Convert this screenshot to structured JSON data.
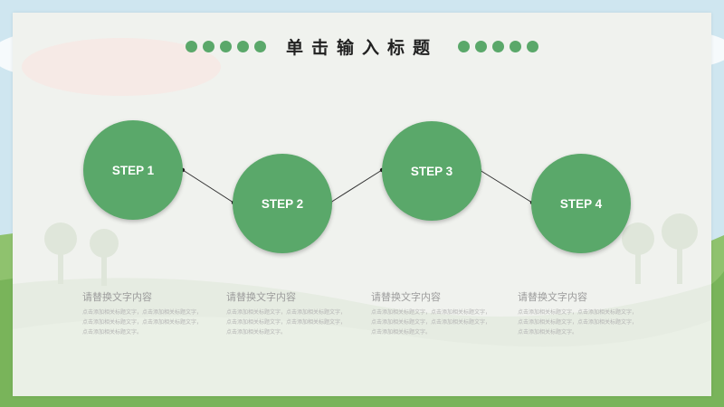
{
  "title": "单击输入标题",
  "steps": [
    {
      "label": "STEP 1",
      "heading": "请替换文字内容",
      "text": "点击添加相关标题文字，点击添加相关标题文字，点击添加相关标题文字，点击添加相关标题文字，点击添加相关标题文字。"
    },
    {
      "label": "STEP 2",
      "heading": "请替换文字内容",
      "text": "点击添加相关标题文字，点击添加相关标题文字，点击添加相关标题文字，点击添加相关标题文字，点击添加相关标题文字。"
    },
    {
      "label": "STEP 3",
      "heading": "请替换文字内容",
      "text": "点击添加相关标题文字，点击添加相关标题文字，点击添加相关标题文字，点击添加相关标题文字，点击添加相关标题文字。"
    },
    {
      "label": "STEP 4",
      "heading": "请替换文字内容",
      "text": "点击添加相关标题文字，点击添加相关标题文字，点击添加相关标题文字，点击添加相关标题文字，点击添加相关标题文字。"
    }
  ],
  "colors": {
    "accent": "#5aa86a",
    "background": "#cfe6f0",
    "hill": "#8fc26e"
  }
}
